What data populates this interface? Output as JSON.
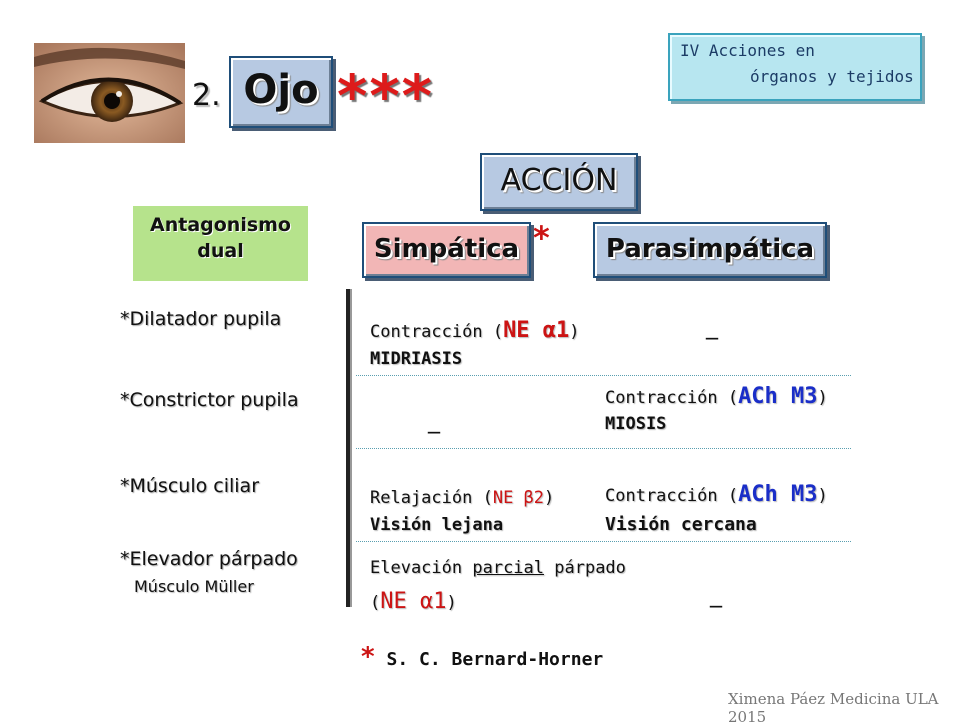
{
  "header": {
    "number": "2.",
    "title": "Ojo",
    "stars": "***",
    "section_line1": "IV Acciones en",
    "section_line2": "órganos y tejidos"
  },
  "accion_label": "ACCIÓN",
  "antagonismo": {
    "line1": "Antagonismo",
    "line2": "dual"
  },
  "simpatica": "Simpática",
  "simpatica_asterisk": "*",
  "parasimpatica": "Parasimpática",
  "rows": {
    "dilatador": {
      "label": "*Dilatador pupila",
      "simp_prefix": "Contracción (",
      "simp_agent": "NE α1",
      "simp_suffix": ")",
      "simp_effect": "MIDRIASIS",
      "para": "_"
    },
    "constrictor": {
      "label": "*Constrictor pupila",
      "simp": "_",
      "para_prefix": "Contracción (",
      "para_agent": "ACh M3",
      "para_suffix": ")",
      "para_effect": "MIOSIS"
    },
    "ciliar": {
      "label": "*Músculo ciliar",
      "simp_prefix": "Relajación (",
      "simp_agent": "NE β2",
      "simp_suffix": ")",
      "simp_effect": "Visión lejana",
      "para_prefix": "Contracción (",
      "para_agent": "ACh M3",
      "para_suffix": ")",
      "para_effect": "Visión cercana"
    },
    "elevador": {
      "label": "*Elevador párpado",
      "sublabel": "Músculo Müller",
      "simp_line1_prefix": "Elevación ",
      "simp_line1_underlined": "parcial",
      "simp_line1_suffix": " párpado",
      "simp_line2_open": "(",
      "simp_line2_agent": "NE α1",
      "simp_line2_close": ")",
      "para": "_"
    }
  },
  "footnote": {
    "star": "*",
    "text": "S. C. Bernard-Horner"
  },
  "credit": "Ximena Páez Medicina ULA 2015",
  "colors": {
    "accent_red": "#cc1414",
    "agent_blue": "#1a2ec8",
    "button_blue": "#b7c9e2",
    "button_pink": "#f2b6b6",
    "button_green": "#b6e38c",
    "box_cyan": "#b7e6f0"
  }
}
